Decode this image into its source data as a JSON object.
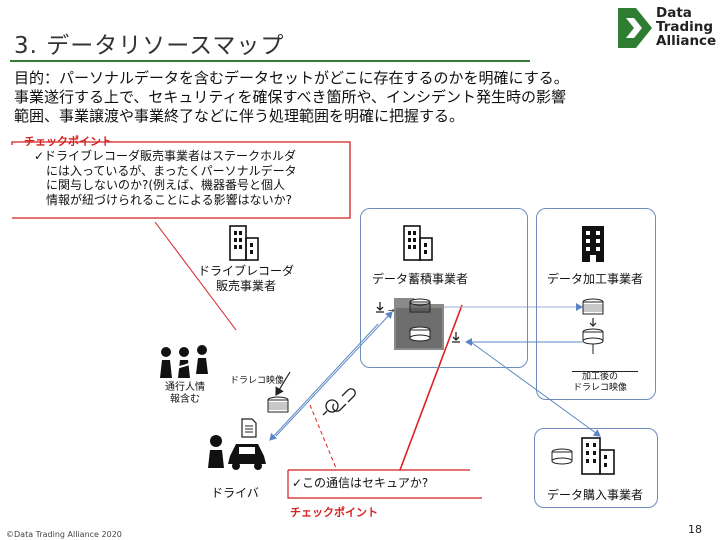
{
  "header": {
    "title": "3. データリソースマップ",
    "logo_lines": [
      "Data",
      "Trading",
      "Alliance"
    ]
  },
  "purpose": {
    "line1": "目的：パーソナルデータを含むデータセットがどこに存在するのかを明確にする。",
    "line2": "事業遂行する上で、セキュリティを確保すべき箇所や、インシデント発生時の影響",
    "line3": "範囲、事業譲渡や事業終了などに伴う処理範囲を明確に把握する。"
  },
  "checkpoint_top": {
    "label": "チェックポイント",
    "lines": [
      "✓ドライブレコーダ販売事業者はステークホルダ",
      "には入っているが、まったくパーソナルデータ",
      "に関与しないのか?(例えば、機器番号と個人",
      "情報が紐づけられることによる影響はないか?"
    ]
  },
  "checkpoint_bottom": {
    "label": "チェックポイント",
    "line": "✓この通信はセキュアか?"
  },
  "actors": {
    "vendor": [
      "ドライブレコーダ",
      "販売事業者"
    ],
    "storage": "データ蓄積事業者",
    "processor": "データ加工事業者",
    "buyer": "データ購入事業者",
    "driver": "ドライバ",
    "pedestrian": [
      "通行人情",
      "報含む"
    ],
    "recorder_video": "ドラレコ映像",
    "processed_video": [
      "加工後の",
      "ドラレコ映像"
    ]
  },
  "colors": {
    "accent_green": "#3a7a32",
    "checkpoint_red": "#d32020",
    "box_blue": "#6d8cbc",
    "arrow_blue": "#5b86c5"
  },
  "footer": {
    "copyright": "©Data Trading Alliance 2020",
    "page": "18"
  }
}
